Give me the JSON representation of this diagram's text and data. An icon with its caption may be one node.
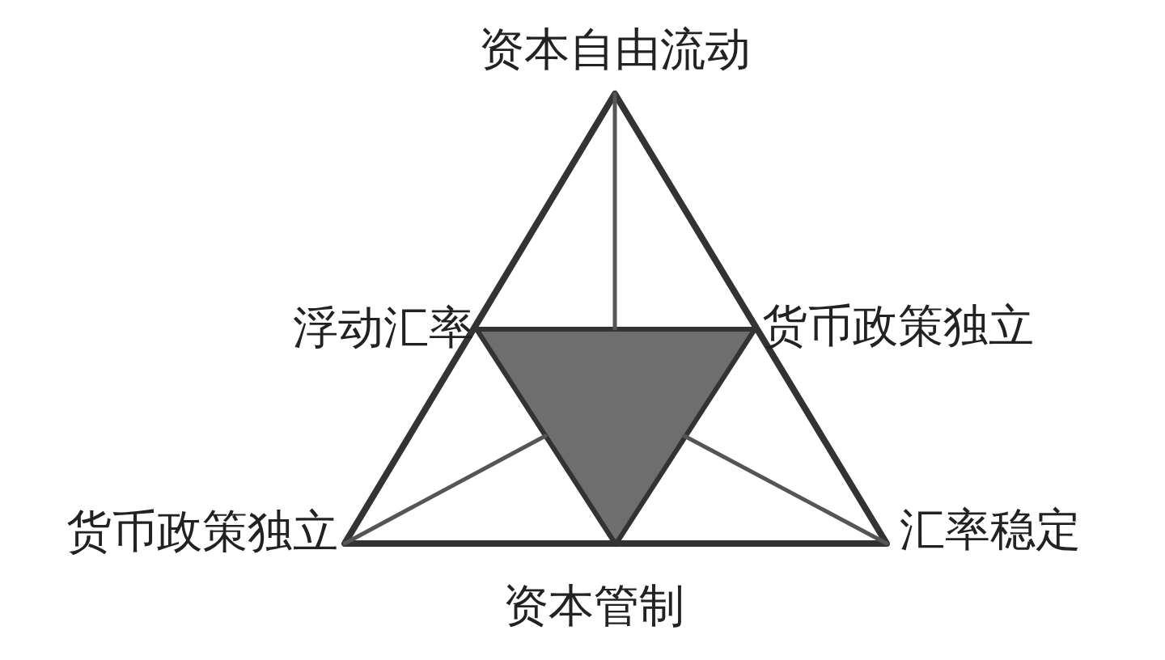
{
  "diagram": {
    "nodes": [
      {
        "text": [],
        "shape": "triangle"
      },
      {
        "text": [],
        "shape": "triangle",
        "in": 0
      }
    ],
    "edges": [
      {
        "from": 0,
        "to": 1,
        "arrow": "none"
      },
      {
        "from": 0,
        "to": 1,
        "arrow": "none"
      },
      {
        "from": 0,
        "to": 1,
        "arrow": "none"
      }
    ],
    "labels": [
      "资本自由流动",
      "浮动汇率",
      "货币政策独立",
      "货币政策独立",
      "汇率稳定",
      "资本管制"
    ]
  }
}
